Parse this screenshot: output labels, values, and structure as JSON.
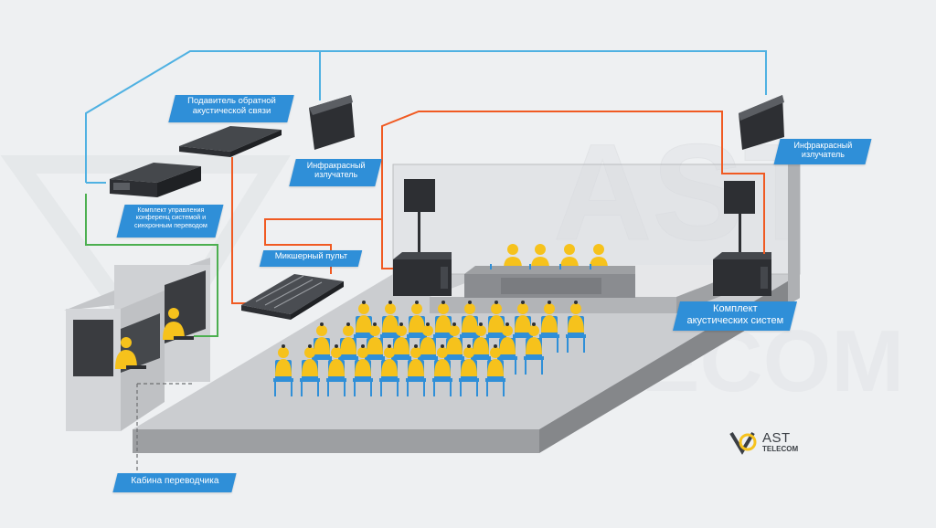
{
  "labels": {
    "feedback_suppressor": "Подавитель обратной\nакустической связи",
    "ir_emitter_left": "Инфракрасный\nизлучатель",
    "ir_emitter_right": "Инфракрасный\nизлучатель",
    "control_kit": "Комплект управления\nконференц системой и\nсинхронным переводом",
    "mixer": "Микшерный пульт",
    "speaker_kit": "Комплект\nакустических систем",
    "interpreter_booth": "Кабина переводчика"
  },
  "watermark": {
    "top": "AST",
    "bottom": "TELECOM"
  },
  "logo": {
    "name": "AST",
    "sub": "TELECOM"
  },
  "colors": {
    "label_bg": "#2f8fd8",
    "cable_blue": "#4fb1e2",
    "cable_orange": "#f05a22",
    "cable_green": "#4caf50",
    "person": "#f6c21c",
    "chair": "#2f8fd8",
    "floor": "#c7c9cc",
    "floor_edge": "#9b9da0",
    "device": "#2d2f33"
  },
  "icons": [
    "ir-emitter-icon",
    "speaker-icon",
    "mixer-console-icon",
    "person-icon",
    "chair-icon",
    "interpreter-booth-icon"
  ]
}
